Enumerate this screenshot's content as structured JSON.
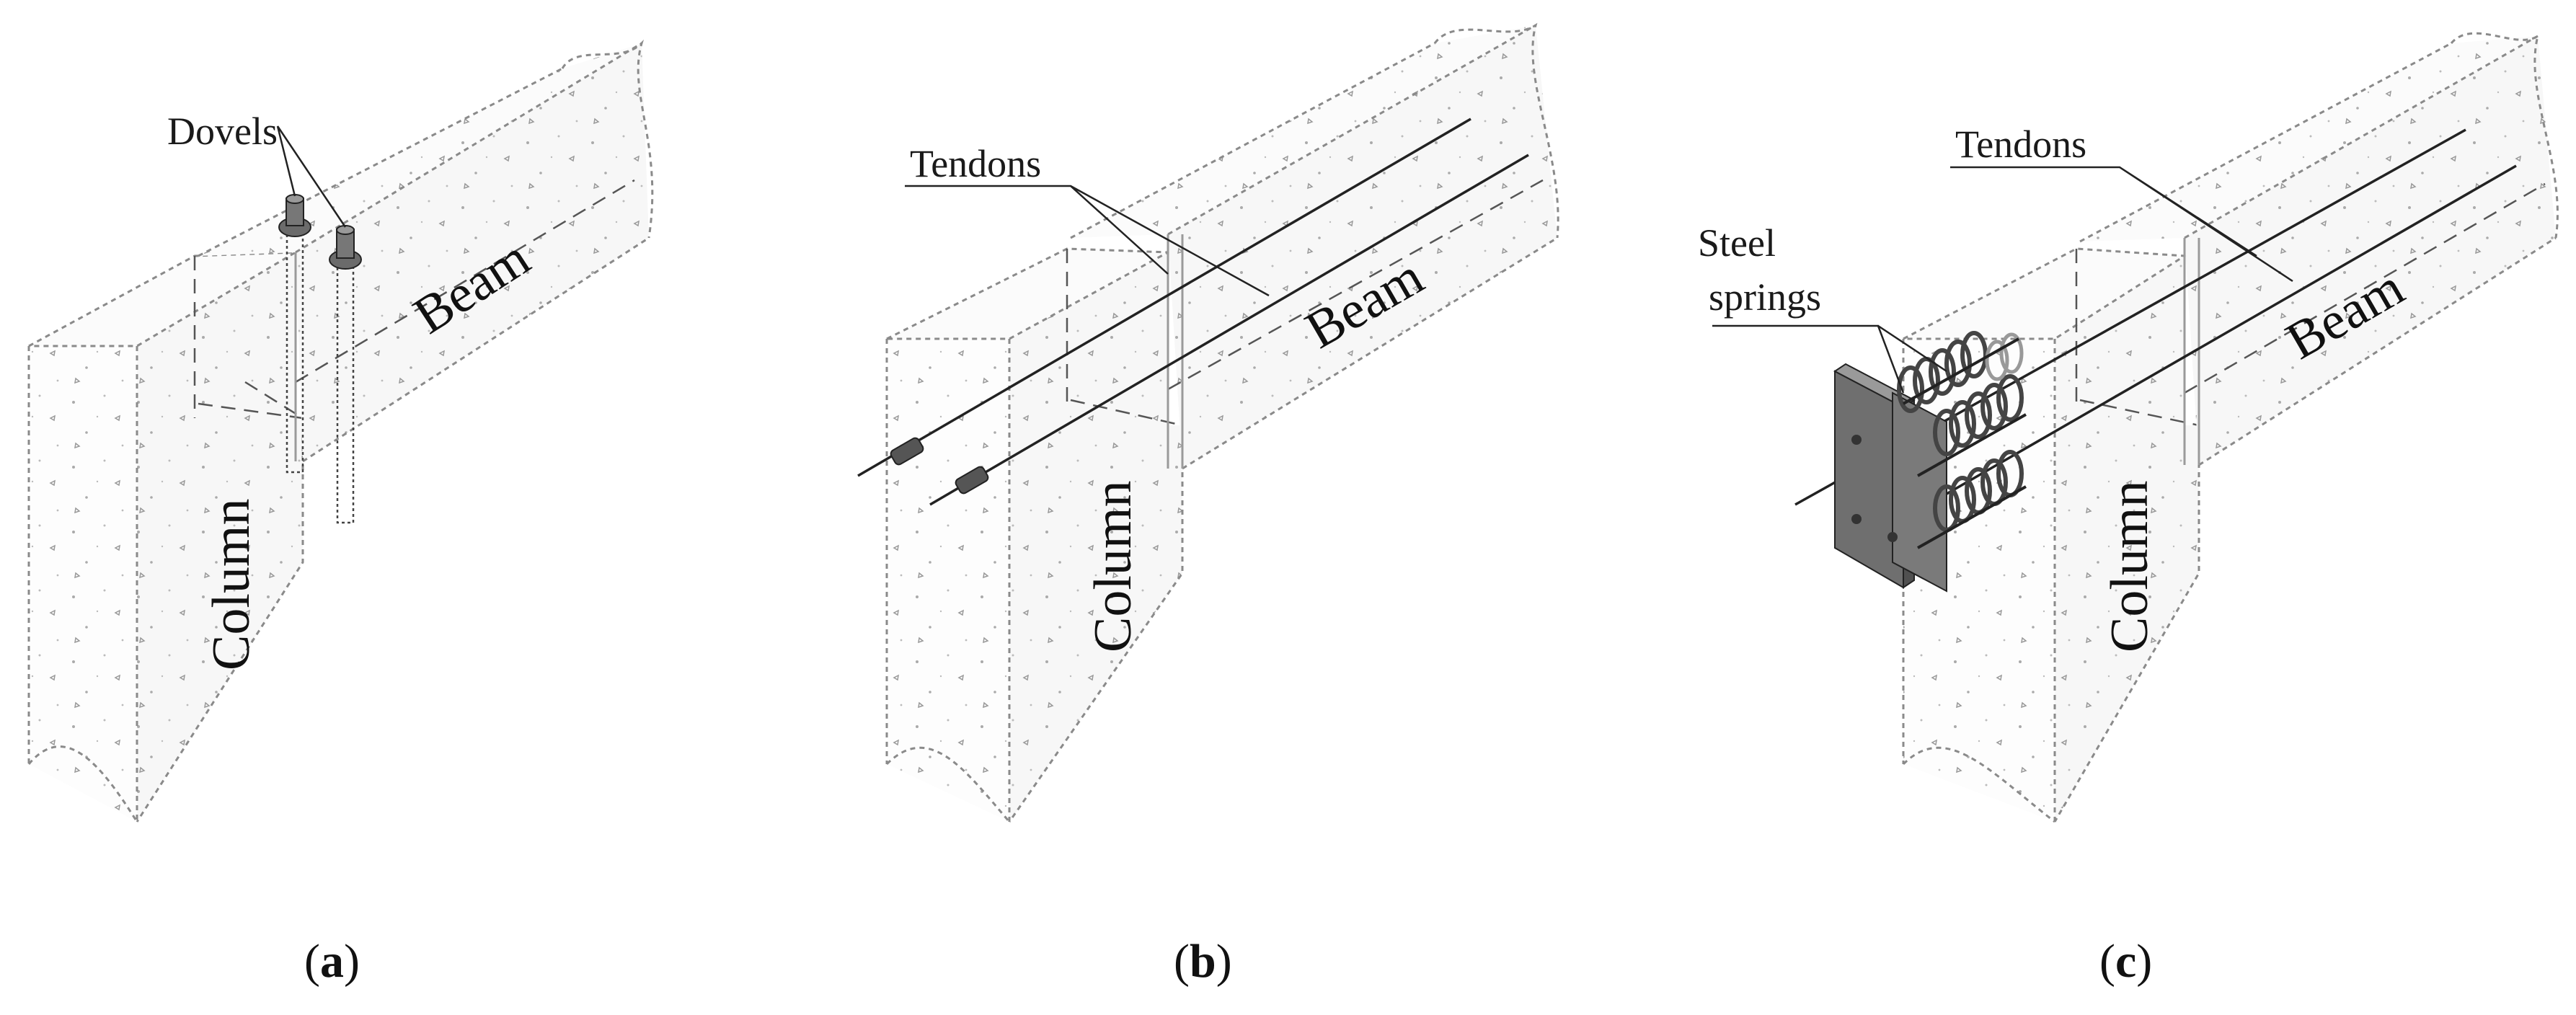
{
  "panels": [
    {
      "id": "a",
      "caption_open": "(",
      "caption_letter": "a",
      "caption_close": ")",
      "column_label": "Column",
      "beam_label": "Beam",
      "callout": "Dovels"
    },
    {
      "id": "b",
      "caption_open": "(",
      "caption_letter": "b",
      "caption_close": ")",
      "column_label": "Column",
      "beam_label": "Beam",
      "callout": "Tendons"
    },
    {
      "id": "c",
      "caption_open": "(",
      "caption_letter": "c",
      "caption_close": ")",
      "column_label": "Column",
      "beam_label": "Beam",
      "callout": "Tendons",
      "callout2_line1": "Steel",
      "callout2_line2": "springs"
    }
  ],
  "colors": {
    "edge": "#8a8a8a",
    "hidden_line": "#555555",
    "steel_plate": "#6f6f6f",
    "spring": "#444444",
    "text": "#111111"
  }
}
